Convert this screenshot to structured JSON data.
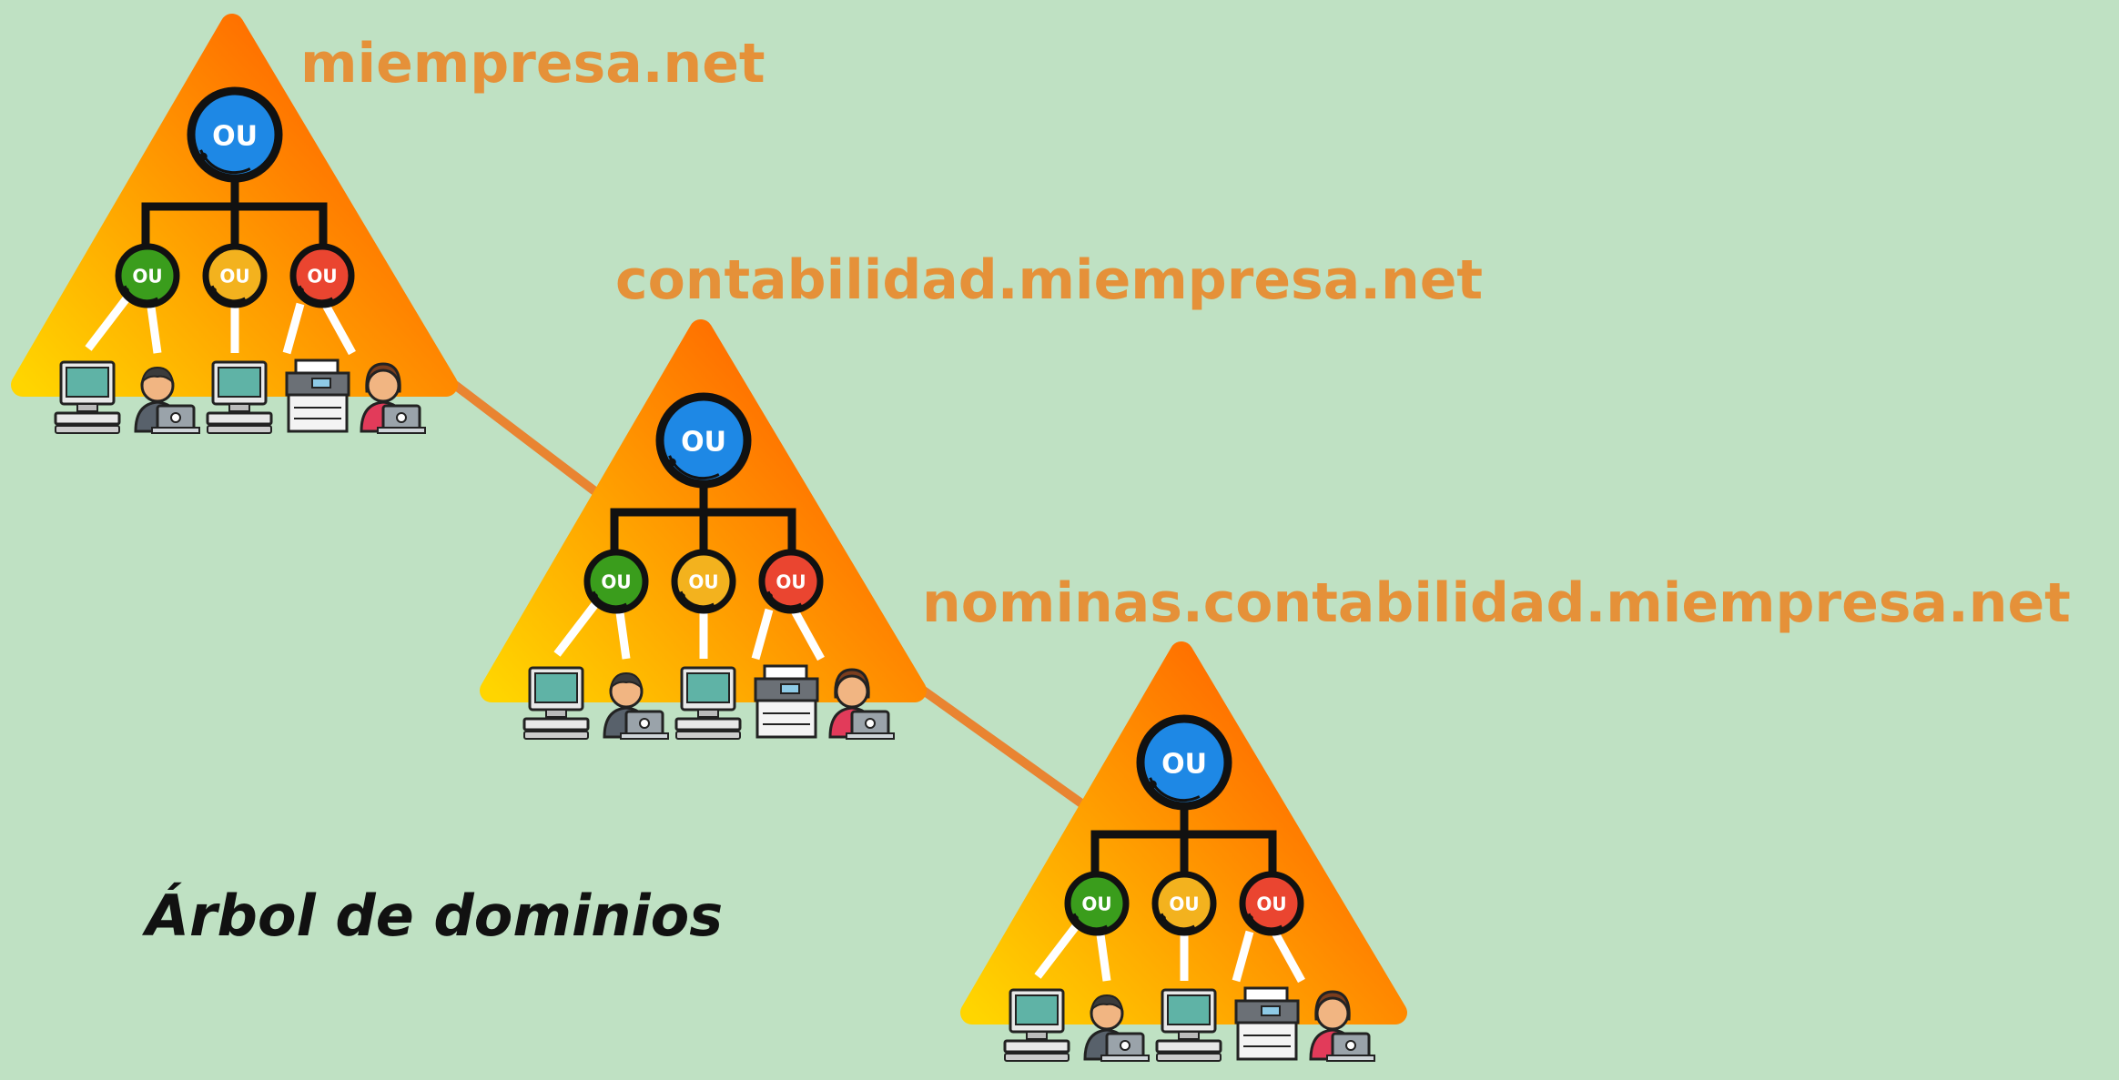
{
  "caption": "Árbol de dominios",
  "ou_label": "OU",
  "domains": [
    {
      "name": "miempresa.net"
    },
    {
      "name": "contabilidad.miempresa.net"
    },
    {
      "name": "nominas.contabilidad.miempresa.net"
    }
  ],
  "colors": {
    "background": "#bfe1c3",
    "domain_text": "#e59139",
    "triangle_light": "#ffd500",
    "triangle_dark": "#ff5a00",
    "connector": "#ee7a22",
    "ou_blue": "#1e88e5",
    "ou_green": "#3a9d1c",
    "ou_yellow": "#f3b21e",
    "ou_red": "#ea4530"
  },
  "icons": [
    "pc-icon",
    "user-laptop-icon",
    "pc-icon",
    "printer-icon",
    "woman-laptop-icon"
  ]
}
